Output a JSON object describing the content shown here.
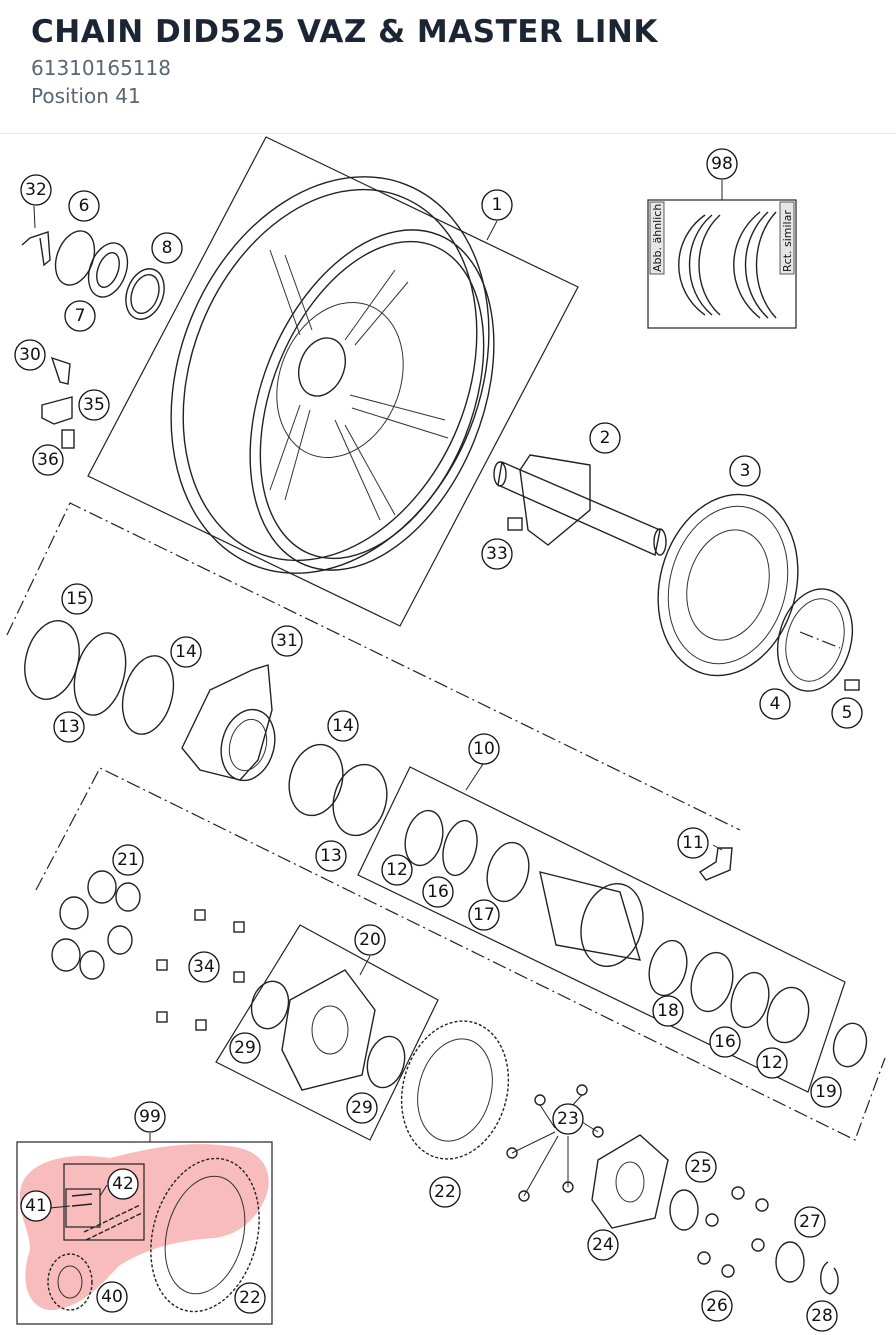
{
  "header": {
    "title": "CHAIN DID525 VAZ & MASTER LINK",
    "part_number": "61310165118",
    "position": "Position 41"
  },
  "diagram": {
    "similar_left": "Abb. ähnlich",
    "similar_right": "Rct. similar",
    "highlight_color": "#f06a6a",
    "labels": [
      {
        "id": "1",
        "text": "1"
      },
      {
        "id": "2",
        "text": "2"
      },
      {
        "id": "3",
        "text": "3"
      },
      {
        "id": "4",
        "text": "4"
      },
      {
        "id": "5",
        "text": "5"
      },
      {
        "id": "6",
        "text": "6"
      },
      {
        "id": "7",
        "text": "7"
      },
      {
        "id": "8",
        "text": "8"
      },
      {
        "id": "10",
        "text": "10"
      },
      {
        "id": "11",
        "text": "11"
      },
      {
        "id": "12a",
        "text": "12"
      },
      {
        "id": "12b",
        "text": "12"
      },
      {
        "id": "13a",
        "text": "13"
      },
      {
        "id": "13b",
        "text": "13"
      },
      {
        "id": "14a",
        "text": "14"
      },
      {
        "id": "14b",
        "text": "14"
      },
      {
        "id": "15",
        "text": "15"
      },
      {
        "id": "16a",
        "text": "16"
      },
      {
        "id": "16b",
        "text": "16"
      },
      {
        "id": "17",
        "text": "17"
      },
      {
        "id": "18",
        "text": "18"
      },
      {
        "id": "19",
        "text": "19"
      },
      {
        "id": "20",
        "text": "20"
      },
      {
        "id": "21",
        "text": "21"
      },
      {
        "id": "22a",
        "text": "22"
      },
      {
        "id": "22b",
        "text": "22"
      },
      {
        "id": "23",
        "text": "23"
      },
      {
        "id": "24",
        "text": "24"
      },
      {
        "id": "25",
        "text": "25"
      },
      {
        "id": "26",
        "text": "26"
      },
      {
        "id": "27",
        "text": "27"
      },
      {
        "id": "28",
        "text": "28"
      },
      {
        "id": "29a",
        "text": "29"
      },
      {
        "id": "29b",
        "text": "29"
      },
      {
        "id": "30",
        "text": "30"
      },
      {
        "id": "31",
        "text": "31"
      },
      {
        "id": "32",
        "text": "32"
      },
      {
        "id": "33",
        "text": "33"
      },
      {
        "id": "34",
        "text": "34"
      },
      {
        "id": "35",
        "text": "35"
      },
      {
        "id": "36",
        "text": "36"
      },
      {
        "id": "40",
        "text": "40"
      },
      {
        "id": "41",
        "text": "41"
      },
      {
        "id": "42",
        "text": "42"
      },
      {
        "id": "98",
        "text": "98"
      },
      {
        "id": "99",
        "text": "99"
      }
    ]
  }
}
